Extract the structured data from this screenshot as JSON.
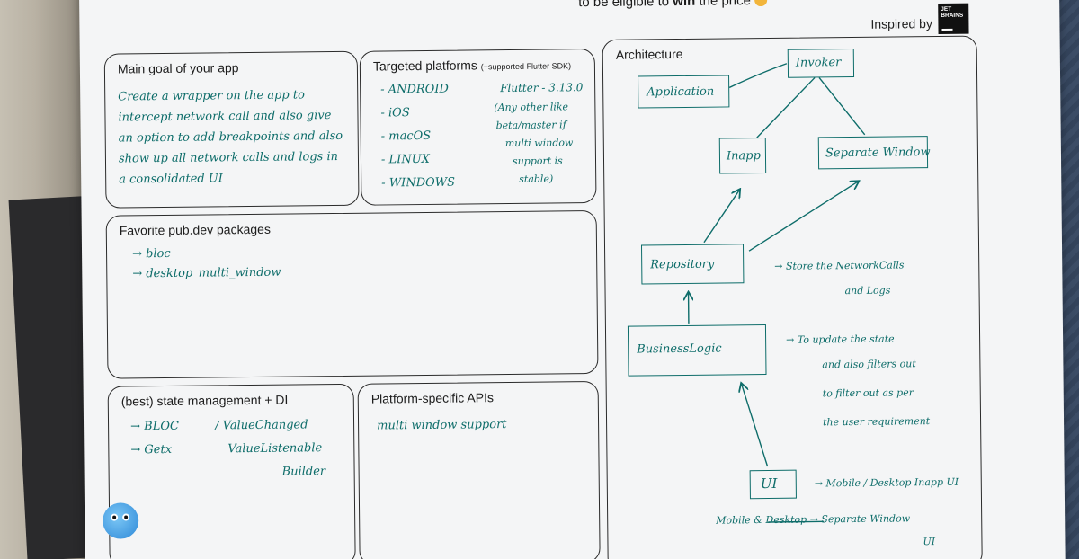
{
  "header": {
    "text_prefix": "to be eligible to ",
    "text_bold": "win",
    "text_suffix": " the price",
    "inspired_by": "Inspired by",
    "logo_line1": "JET",
    "logo_line2": "BRAINS"
  },
  "sections": {
    "main_goal": {
      "title": "Main goal of your app",
      "text": "Create a wrapper on the app to intercept network call and also give an option to add breakpoints and also show up all network calls and logs in a consolidated UI"
    },
    "platforms": {
      "title": "Targeted platforms",
      "title_note": "(+supported Flutter SDK)",
      "items": [
        "- ANDROID",
        "- iOS",
        "- macOS",
        "- LINUX",
        "- WINDOWS"
      ],
      "sdk_note": [
        "Flutter - 3.13.0",
        "(Any other like",
        "beta/master if",
        "multi window",
        "support is",
        "stable)"
      ]
    },
    "packages": {
      "title": "Favorite pub.dev packages",
      "items": [
        "→ bloc",
        "→ desktop_multi_window"
      ]
    },
    "state": {
      "title": "(best) state management + DI",
      "items": [
        "→ BLOC",
        "→ Getx"
      ],
      "extra": [
        "/  ValueChanged",
        "ValueListenable",
        "Builder"
      ]
    },
    "platform_apis": {
      "title": "Platform-specific APIs",
      "text": "multi window support"
    },
    "architecture": {
      "title": "Architecture",
      "nodes": {
        "application": "Application",
        "invoker": "Invoker",
        "inapp": "Inapp",
        "separate_window": "Separate Window",
        "repository": "Repository",
        "business_logic": "BusinessLogic",
        "ui": "UI"
      },
      "notes": {
        "repository": "→ Store the NetworkCalls",
        "repository_2": "and Logs",
        "business_1": "→ To update the state",
        "business_2": "and also filters out",
        "business_3": "to filter out as per",
        "business_4": "the user requirement",
        "ui_1": "→ Mobile / Desktop Inapp UI",
        "ui_2": "Mobile & Desktop → Separate Window",
        "ui_3": "UI"
      }
    }
  },
  "colors": {
    "ink": "#0e6d6a",
    "paper": "#f4f5f6",
    "line": "#2b2b2b"
  }
}
